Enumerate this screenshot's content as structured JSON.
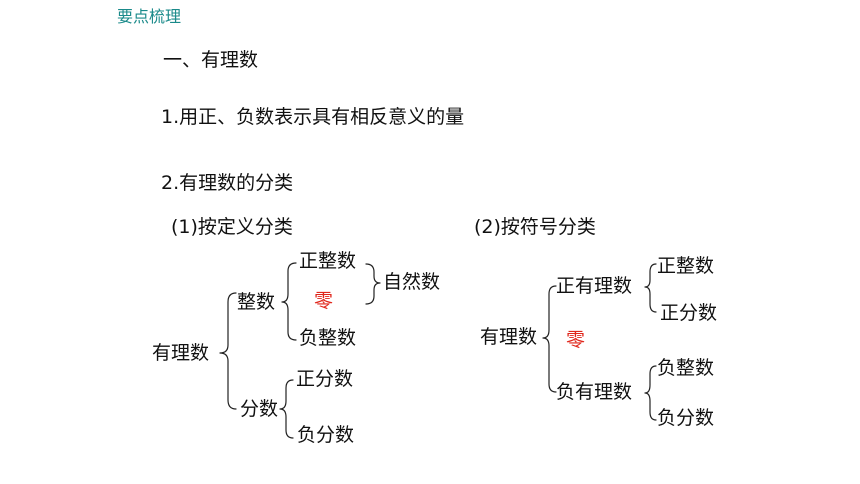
{
  "section_tag": "要点梳理",
  "heading": "一、有理数",
  "point1": "1.用正、负数表示具有相反意义的量",
  "point2": "2.有理数的分类",
  "by_definition": {
    "label": "(1)按定义分类",
    "root": "有理数",
    "integer": "整数",
    "positive_integer": "正整数",
    "zero": "零",
    "negative_integer": "负整数",
    "natural_number": "自然数",
    "fraction": "分数",
    "positive_fraction": "正分数",
    "negative_fraction": "负分数"
  },
  "by_sign": {
    "label": "(2)按符号分类",
    "root": "有理数",
    "positive_rational": "正有理数",
    "zero": "零",
    "negative_rational": "负有理数",
    "positive_integer": "正整数",
    "positive_fraction": "正分数",
    "negative_integer": "负整数",
    "negative_fraction": "负分数"
  },
  "colors": {
    "section_tag": "#1a8a8a",
    "zero": "#e0261b",
    "text": "#111111"
  }
}
